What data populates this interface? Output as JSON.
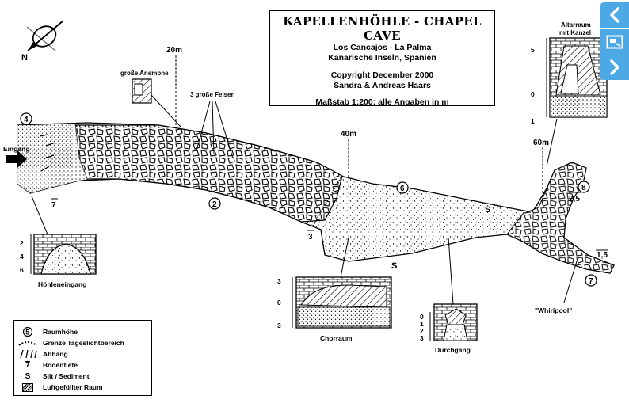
{
  "title": {
    "main": "KAPELLENHÖHLE - CHAPEL CAVE",
    "location1": "Los Cancajos - La Palma",
    "location2": "Kanarische Inseln, Spanien",
    "copyright1": "Copyright December 2000",
    "copyright2": "Sandra & Andreas Haars",
    "scale": "Maßstab 1:200; alle Angaben in m"
  },
  "north": "N",
  "distances": {
    "d20": "20m",
    "d40": "40m",
    "d60": "60m"
  },
  "labels": {
    "eingang": "Eingang",
    "anemone": "große Anemone",
    "felsen": "3 große Felsen",
    "altarraum1": "Altarraum",
    "altarraum2": "mit Kanzel",
    "hoehleneingang": "Höhleneingang",
    "chorraum": "Chorraum",
    "durchgang": "Durchgang",
    "whirlpool": "\"Whiripool\""
  },
  "heights": {
    "h4": "4",
    "h2": "2",
    "h6": "6",
    "h8": "8",
    "h7": "7"
  },
  "depths": {
    "d7": "7",
    "d3": "3",
    "d25": "2,5",
    "d15": "1,5"
  },
  "silt": {
    "s1": "S",
    "s2": "S"
  },
  "profile_axes": {
    "entrance": [
      "2",
      "4",
      "6"
    ],
    "altar": [
      "5",
      "0",
      "1"
    ],
    "chor": [
      "3",
      "0",
      "3"
    ],
    "durchgang": [
      "0",
      "1",
      "2",
      "3"
    ]
  },
  "legend": {
    "items": [
      {
        "symbol": "5",
        "text": "Raumhöhe"
      },
      {
        "symbol": "",
        "text": "Grenze Tageslichtbereich"
      },
      {
        "symbol": "",
        "text": "Abhang"
      },
      {
        "symbol": "7",
        "text": "Bodentiefe"
      },
      {
        "symbol": "S",
        "text": "Silt / Sediment"
      },
      {
        "symbol": "",
        "text": "Luftgefüllter Raum"
      }
    ]
  },
  "nav": {
    "prev": "chevron-left-icon",
    "slides": "slideshow-icon",
    "next": "chevron-right-icon"
  }
}
